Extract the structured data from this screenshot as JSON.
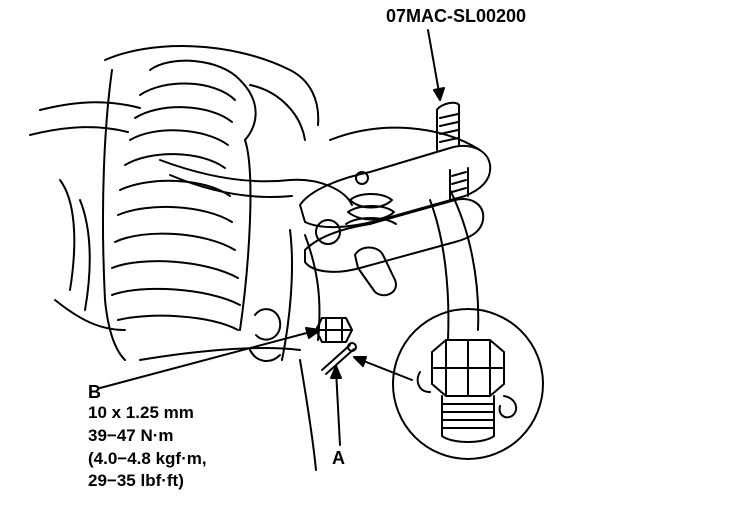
{
  "labels": {
    "tool": "07MAC-SL00200",
    "a": "A",
    "b": "B"
  },
  "spec": {
    "line1": "10 x 1.25 mm",
    "line2": "39−47 N·m",
    "line3": "(4.0−4.8 kgf·m,",
    "line4": "29−35 lbf·ft)"
  },
  "colors": {
    "ink": "#000000",
    "paper": "#ffffff"
  }
}
